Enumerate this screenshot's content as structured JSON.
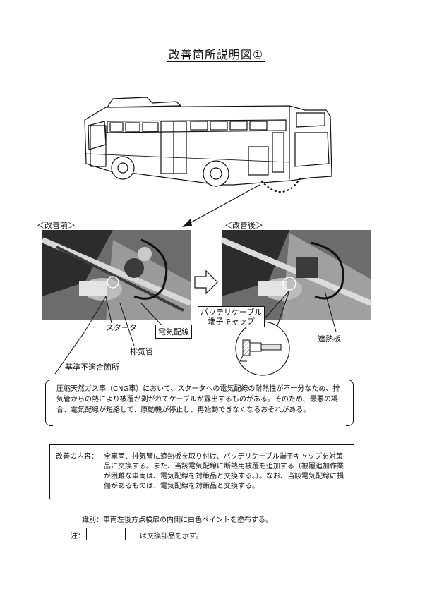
{
  "title": "改善箇所説明図①",
  "labels": {
    "before": "＜改善前＞",
    "after": "＜改善後＞",
    "starter": "スタータ",
    "electrical_wiring": "電気配線",
    "exhaust_pipe": "排気管",
    "nonconforming": "基準不適合箇所",
    "battery_cap_line1": "バッテリケーブル",
    "battery_cap_line2": "端子キャップ",
    "heat_shield": "遮熱板"
  },
  "description": "圧縮天然ガス車（CNG車）において、スタータへの電気配線の耐熱性が不十分なため、排気管からの熱により被覆が剥がれてケーブルが露出するものがある。そのため、最悪の場合、電気配線が短絡して、原動機が停止し、再始動できなくなるおそれがある。",
  "improvement": {
    "label": "改善の内容：",
    "text": "全車両、排気管に遮熱板を取り付け、バッテリケーブル端子キャップを対策品に交換する。また、当該電気配線に断熱用被覆を追加する（被覆追加作業が困難な車両は、電気配線を対策品と交換する。）。なお、当該電気配線に損傷があるものは、電気配線を対策品と交換する。"
  },
  "identification": {
    "label": "識別",
    "text": "：車両左後方点検扉の内側に白色ペイントを塗布する。"
  },
  "note": {
    "label": "注：",
    "text": "は交換部品を示す。"
  },
  "colors": {
    "ink": "#111111",
    "photo_dark": "#2a2a2a",
    "photo_mid": "#7a7a7a",
    "photo_light": "#d8d8d8"
  }
}
